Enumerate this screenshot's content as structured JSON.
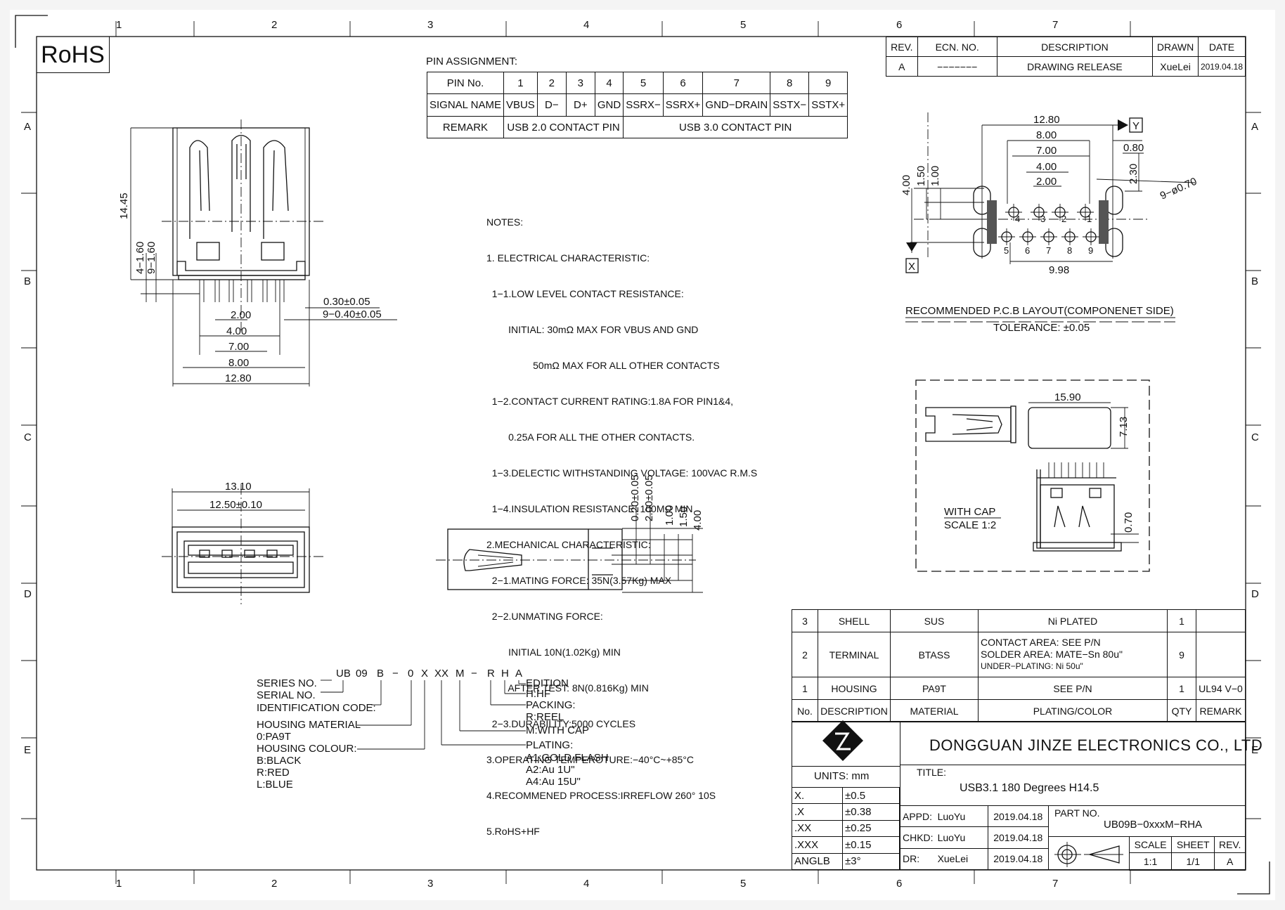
{
  "rohs": "RoHS",
  "zone_cols": [
    "1",
    "2",
    "3",
    "4",
    "5",
    "6",
    "7"
  ],
  "zone_rows": [
    "A",
    "B",
    "C",
    "D",
    "E"
  ],
  "pin_assignment": {
    "title": "PIN ASSIGNMENT:",
    "row_labels": [
      "PIN No.",
      "SIGNAL NAME",
      "REMARK"
    ],
    "pins": [
      "1",
      "2",
      "3",
      "4",
      "5",
      "6",
      "7",
      "8",
      "9"
    ],
    "signals": [
      "VBUS",
      "D−",
      "D+",
      "GND",
      "SSRX−",
      "SSRX+",
      "GND−DRAIN",
      "SSTX−",
      "SSTX+"
    ],
    "remarks": [
      "USB 2.0 CONTACT PIN",
      "USB 3.0 CONTACT PIN"
    ]
  },
  "revision": {
    "headers": [
      "REV.",
      "ECN. NO.",
      "DESCRIPTION",
      "DRAWN",
      "DATE"
    ],
    "row": [
      "A",
      "−−−−−−−",
      "DRAWING RELEASE",
      "XueLei",
      "2019.04.18"
    ]
  },
  "notes": [
    "NOTES:",
    "1. ELECTRICAL CHARACTERISTIC:",
    "  1−1.LOW LEVEL CONTACT RESISTANCE:",
    "        INITIAL: 30mΩ MAX FOR VBUS AND GND",
    "                 50mΩ MAX FOR ALL OTHER CONTACTS",
    "  1−2.CONTACT CURRENT RATING:1.8A FOR PIN1&4,",
    "        0.25A FOR ALL THE OTHER CONTACTS.",
    "  1−3.DELECTIC WITHSTANDING VOLTAGE: 100VAC R.M.S",
    "  1−4.INSULATION RESISTANCE: 100MΩ MIN",
    "2.MECHANICAL CHARACTERISTIC:",
    "  2−1.MATING FORCE: 35N(3.57Kg) MAX",
    "  2−2.UNMATING FORCE:",
    "        INITIAL 10N(1.02Kg) MIN",
    "        AFTER TEST: 8N(0.816Kg) MIN",
    "  2−3.DURABILITY:5000 CYCLES",
    "3.OPERATING TEMPEROTURE:−40°C~+85°C",
    "4.RECOMMENED PROCESS:IRREFLOW 260° 10S",
    "5.RoHS+HF"
  ],
  "front_view_dims": {
    "height": "14.45",
    "pin_h1": "4−1.60",
    "pin_h2": "9−1.60",
    "pin_w": "0.30±0.05",
    "pin_w9": "9−0.40±0.05",
    "d2": "2.00",
    "d4": "4.00",
    "d7": "7.00",
    "d8": "8.00",
    "d12": "12.80"
  },
  "face_view_dims": {
    "outer": "13.10",
    "inner": "12.50±0.10"
  },
  "side_view_dims": [
    "0.20±0.05",
    "2.00±0.05",
    "1.00",
    "1.50",
    "4.00"
  ],
  "pcb_layout": {
    "dims_top": [
      "12.80",
      "8.00",
      "7.00",
      "4.00",
      "2.00"
    ],
    "dims_right": [
      "0.80",
      "2.30"
    ],
    "dims_left": [
      "4.00",
      "1.50",
      "1.00"
    ],
    "hole_label": "9−ø0.70",
    "bottom": "9.98",
    "datum_y": "Y",
    "datum_x": "X",
    "pins_top": [
      "4",
      "3",
      "2",
      "1"
    ],
    "pins_bottom": [
      "5",
      "6",
      "7",
      "8",
      "9"
    ],
    "title": "RECOMMENDED P.C.B LAYOUT(COMPONENET SIDE)",
    "tolerance": "TOLERANCE: ±0.05"
  },
  "cap_view": {
    "dim_w": "15.90",
    "dim_h": "7.13",
    "dim_side": "0.70",
    "label1": "WITH CAP",
    "label2": "SCALE 1:2"
  },
  "part_code": {
    "code": [
      "UB",
      "09",
      "B",
      "−",
      "0",
      "X",
      "XX",
      "M",
      "−",
      "R",
      "H",
      "A"
    ],
    "left_labels": [
      "SERIES NO.",
      "SERIAL NO.",
      "IDENTIFICATION CODE:",
      "HOUSING MATERIAL",
      "0:PA9T",
      "HOUSING COLOUR:",
      "B:BLACK",
      "R:RED",
      "L:BLUE"
    ],
    "right_labels": [
      "EDITION",
      "H:HF",
      "PACKING:",
      "R:REEL",
      "M:WITH CAP",
      "PLATING:",
      "A1:GOLD FLASH",
      "A2:Au 1U\"",
      "A4:Au 15U\""
    ]
  },
  "bom": {
    "rows": [
      {
        "no": "3",
        "desc": "SHELL",
        "mat": "SUS",
        "plate": [
          "Ni PLATED"
        ],
        "qty": "1",
        "remark": ""
      },
      {
        "no": "2",
        "desc": "TERMINAL",
        "mat": "BTASS",
        "plate": [
          "CONTACT AREA: SEE P/N",
          "SOLDER AREA: MATE−Sn 80u\"",
          "UNDER−PLATING: Ni 50u\""
        ],
        "qty": "9",
        "remark": ""
      },
      {
        "no": "1",
        "desc": "HOUSING",
        "mat": "PA9T",
        "plate": [
          "SEE P/N"
        ],
        "qty": "1",
        "remark": "UL94 V−0"
      }
    ],
    "headers": [
      "No.",
      "DESCRIPTION",
      "MATERIAL",
      "PLATING/COLOR",
      "QTY",
      "REMARK"
    ]
  },
  "title_block": {
    "company": "DONGGUAN JINZE ELECTRONICS CO., LTD",
    "units": "UNITS: mm",
    "tolerances": [
      [
        "X.",
        "±0.5"
      ],
      [
        ".X",
        "±0.38"
      ],
      [
        ".XX",
        "±0.25"
      ],
      [
        ".XXX",
        "±0.15"
      ],
      [
        "ANGLB",
        "±3°"
      ]
    ],
    "title_label": "TITLE:",
    "title": "USB3.1 180 Degrees H14.5",
    "approvals": [
      [
        "APPD:",
        "LuoYu",
        "2019.04.18"
      ],
      [
        "CHKD:",
        "LuoYu",
        "2019.04.18"
      ],
      [
        "DR:",
        "XueLei",
        "2019.04.18"
      ]
    ],
    "part_no_label": "PART NO.",
    "part_no": "UB09B−0xxxM−RHA",
    "scale_headers": [
      "SCALE",
      "SHEET",
      "REV."
    ],
    "scale_values": [
      "1:1",
      "1/1",
      "A"
    ]
  }
}
